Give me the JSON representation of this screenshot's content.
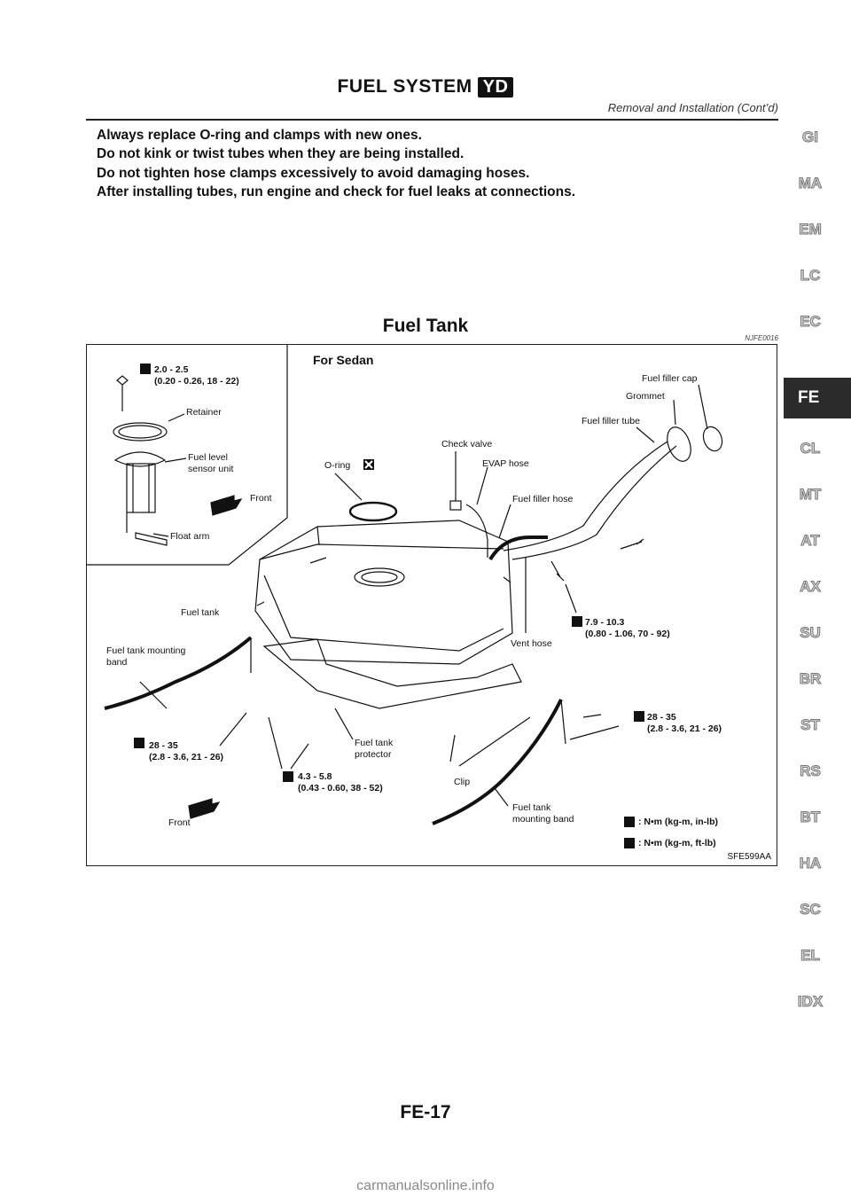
{
  "header": {
    "title": "FUEL SYSTEM",
    "engine_code": "YD",
    "subtitle": "Removal and Installation (Cont’d)"
  },
  "notes": [
    "Always replace O-ring and clamps with new ones.",
    "Do not kink or twist tubes when they are being installed.",
    "Do not tighten hose clamps excessively to avoid damaging hoses.",
    "After installing tubes, run engine and check for fuel leaks at connections."
  ],
  "section": {
    "title": "Fuel Tank",
    "code": "NJFE0016"
  },
  "figure": {
    "title": "For Sedan",
    "id": "SFE599AA",
    "labels": {
      "torque_top": "2.0 - 2.5\n(0.20 - 0.26, 18 - 22)",
      "retainer": "Retainer",
      "fuel_level_sensor": "Fuel level\nsensor unit",
      "front_top": "Front",
      "float_arm": "Float arm",
      "o_ring": "O-ring",
      "check_valve": "Check valve",
      "evap_hose": "EVAP hose",
      "fuel_filler_hose": "Fuel filler hose",
      "fuel_filler_cap": "Fuel filler cap",
      "grommet": "Grommet",
      "fuel_filler_tube": "Fuel filler tube",
      "torque_filler": "7.9 - 10.3\n(0.80 - 1.06, 70 - 92)",
      "vent_hose": "Vent hose",
      "fuel_tank": "Fuel tank",
      "mounting_band_left": "Fuel tank mounting\nband",
      "torque_band_left": "28 - 35\n(2.8 - 3.6, 21 - 26)",
      "fuel_tank_protector": "Fuel tank\nprotector",
      "torque_protector": "4.3 - 5.8\n(0.43 - 0.60, 38 - 52)",
      "clip": "Clip",
      "mounting_band_right": "Fuel tank\nmounting band",
      "torque_band_right": "28 - 35\n(2.8 - 3.6, 21 - 26)",
      "front_bottom": "Front",
      "legend_inlb": ": N•m (kg-m, in-lb)",
      "legend_ftlb": ": N•m (kg-m, ft-lb)"
    }
  },
  "side_tabs": [
    "GI",
    "MA",
    "EM",
    "LC",
    "EC",
    "FE",
    "CL",
    "MT",
    "AT",
    "AX",
    "SU",
    "BR",
    "ST",
    "RS",
    "BT",
    "HA",
    "SC",
    "EL",
    "IDX"
  ],
  "active_tab": "FE",
  "footer": {
    "page": "FE-17"
  },
  "watermark": "carmanualsonline.info"
}
